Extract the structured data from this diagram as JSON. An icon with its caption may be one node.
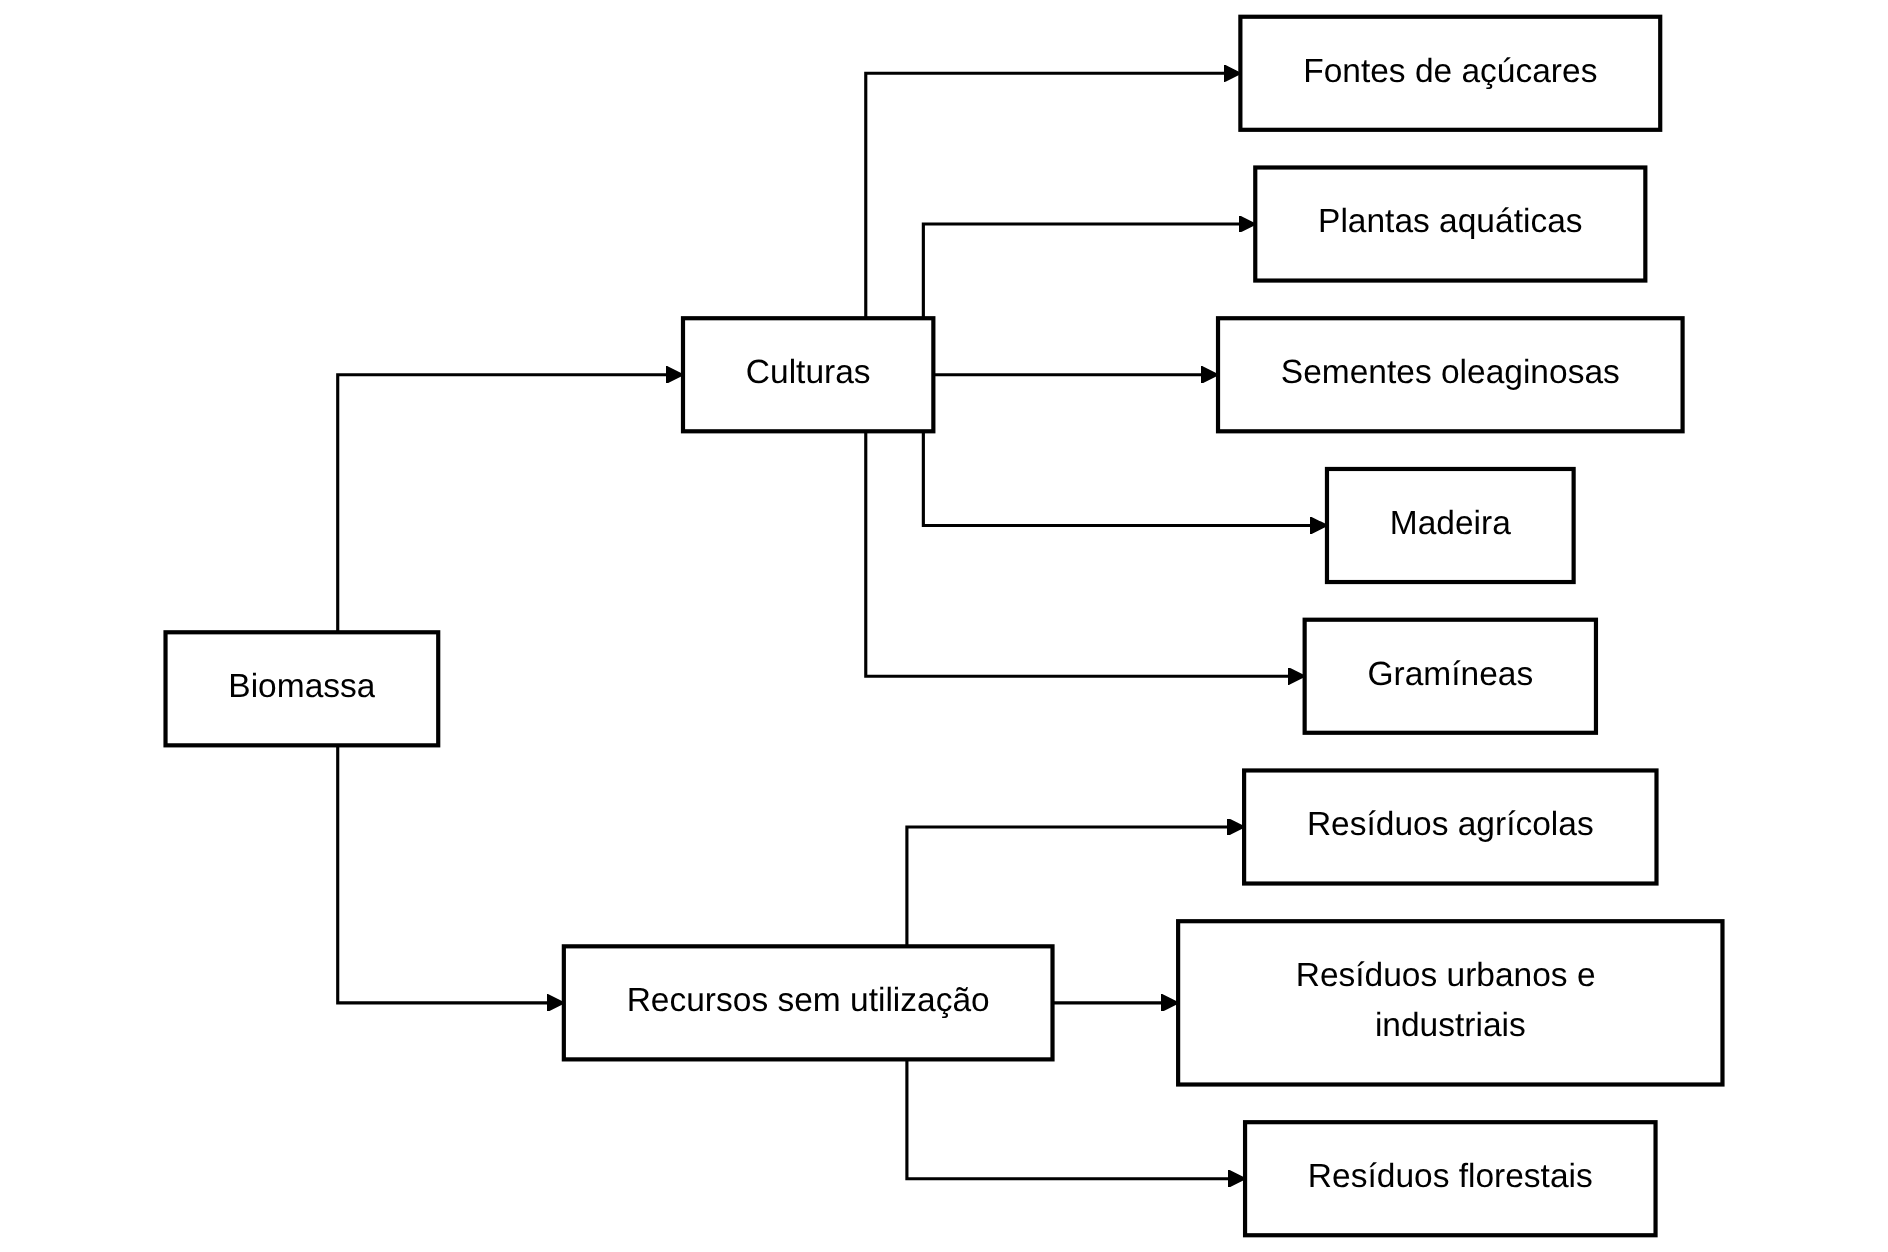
{
  "diagram": {
    "nodes": [
      {
        "text": [
          "Biomassa"
        ]
      },
      {
        "text": [
          "Culturas"
        ]
      },
      {
        "text": [
          "Recursos sem utilização"
        ]
      },
      {
        "text": [
          "Fontes de açúcares"
        ]
      },
      {
        "text": [
          "Plantas aquáticas"
        ]
      },
      {
        "text": [
          "Sementes oleaginosas"
        ]
      },
      {
        "text": [
          "Madeira"
        ]
      },
      {
        "text": [
          "Gramíneas"
        ]
      },
      {
        "text": [
          "Resíduos agrícolas"
        ]
      },
      {
        "text": [
          "Resíduos urbanos e industriais"
        ]
      },
      {
        "text": [
          "Resíduos florestais"
        ]
      }
    ],
    "edges": [
      {
        "from": 0,
        "to": 1,
        "arrow": "to"
      },
      {
        "from": 0,
        "to": 2,
        "arrow": "to"
      },
      {
        "from": 1,
        "to": 3,
        "arrow": "to"
      },
      {
        "from": 1,
        "to": 4,
        "arrow": "to"
      },
      {
        "from": 1,
        "to": 5,
        "arrow": "to"
      },
      {
        "from": 1,
        "to": 6,
        "arrow": "to"
      },
      {
        "from": 1,
        "to": 7,
        "arrow": "to"
      },
      {
        "from": 2,
        "to": 8,
        "arrow": "to"
      },
      {
        "from": 2,
        "to": 9,
        "arrow": "to"
      },
      {
        "from": 2,
        "to": 10,
        "arrow": "to"
      }
    ]
  }
}
